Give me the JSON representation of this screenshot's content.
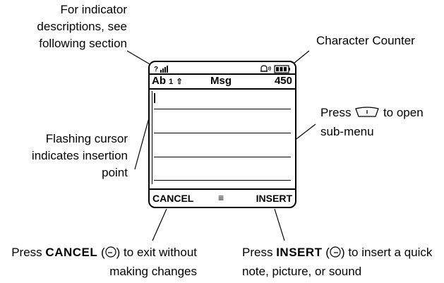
{
  "callouts": {
    "indicator_line1": "For indicator",
    "indicator_line2": "descriptions, see",
    "indicator_line3": "following section",
    "char_counter": "Character Counter",
    "submenu_prefix": "Press",
    "submenu_suffix": "to open",
    "submenu_line2": "sub-menu",
    "cursor_line1": "Flashing cursor",
    "cursor_line2": "indicates insertion",
    "cursor_line3": "point",
    "cancel_prefix": "Press",
    "cancel_key": "CANCEL",
    "cancel_suffix": ") to exit without",
    "cancel_line2": "making changes",
    "insert_prefix": "Press",
    "insert_key": "INSERT",
    "insert_suffix": ") to insert a quick",
    "insert_line2": "note, picture, or sound"
  },
  "screen": {
    "mode": "Ab",
    "mode_suffix": "1",
    "title": "Msg",
    "counter": "450",
    "softkey_left": "CANCEL",
    "softkey_center": "≡",
    "softkey_right": "INSERT"
  }
}
